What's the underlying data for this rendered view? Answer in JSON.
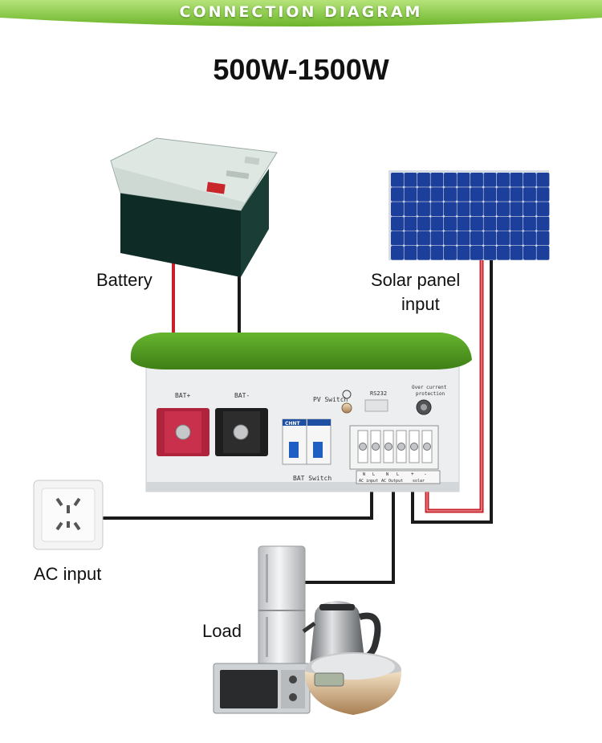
{
  "banner": {
    "title": "CONNECTION DIAGRAM"
  },
  "heading": "500W-1500W",
  "labels": {
    "battery": "Battery",
    "solar_line1": "Solar panel",
    "solar_line2": "input",
    "ac_input": "AC input",
    "load": "Load"
  },
  "inverter": {
    "bat_pos": "BAT+",
    "bat_neg": "BAT-",
    "pv_switch": "PV Switch",
    "bat_switch": "BAT Switch",
    "rs232": "RS232",
    "overcurrent_line1": "Over current",
    "overcurrent_line2": "protection",
    "breaker_brand": "CHNT",
    "terminal_ac_input": "AC input",
    "terminal_ac_output": "AC Output",
    "terminal_solar": "solar",
    "terminal_n1": "N",
    "terminal_l1": "L",
    "terminal_n2": "N",
    "terminal_l2": "L",
    "terminal_plus": "+",
    "terminal_minus": "-"
  },
  "colors": {
    "banner_green": "#8ccc3e",
    "inverter_green": "#4e9a1e",
    "wire_red": "#c8202a",
    "wire_black": "#1a1a1a"
  }
}
